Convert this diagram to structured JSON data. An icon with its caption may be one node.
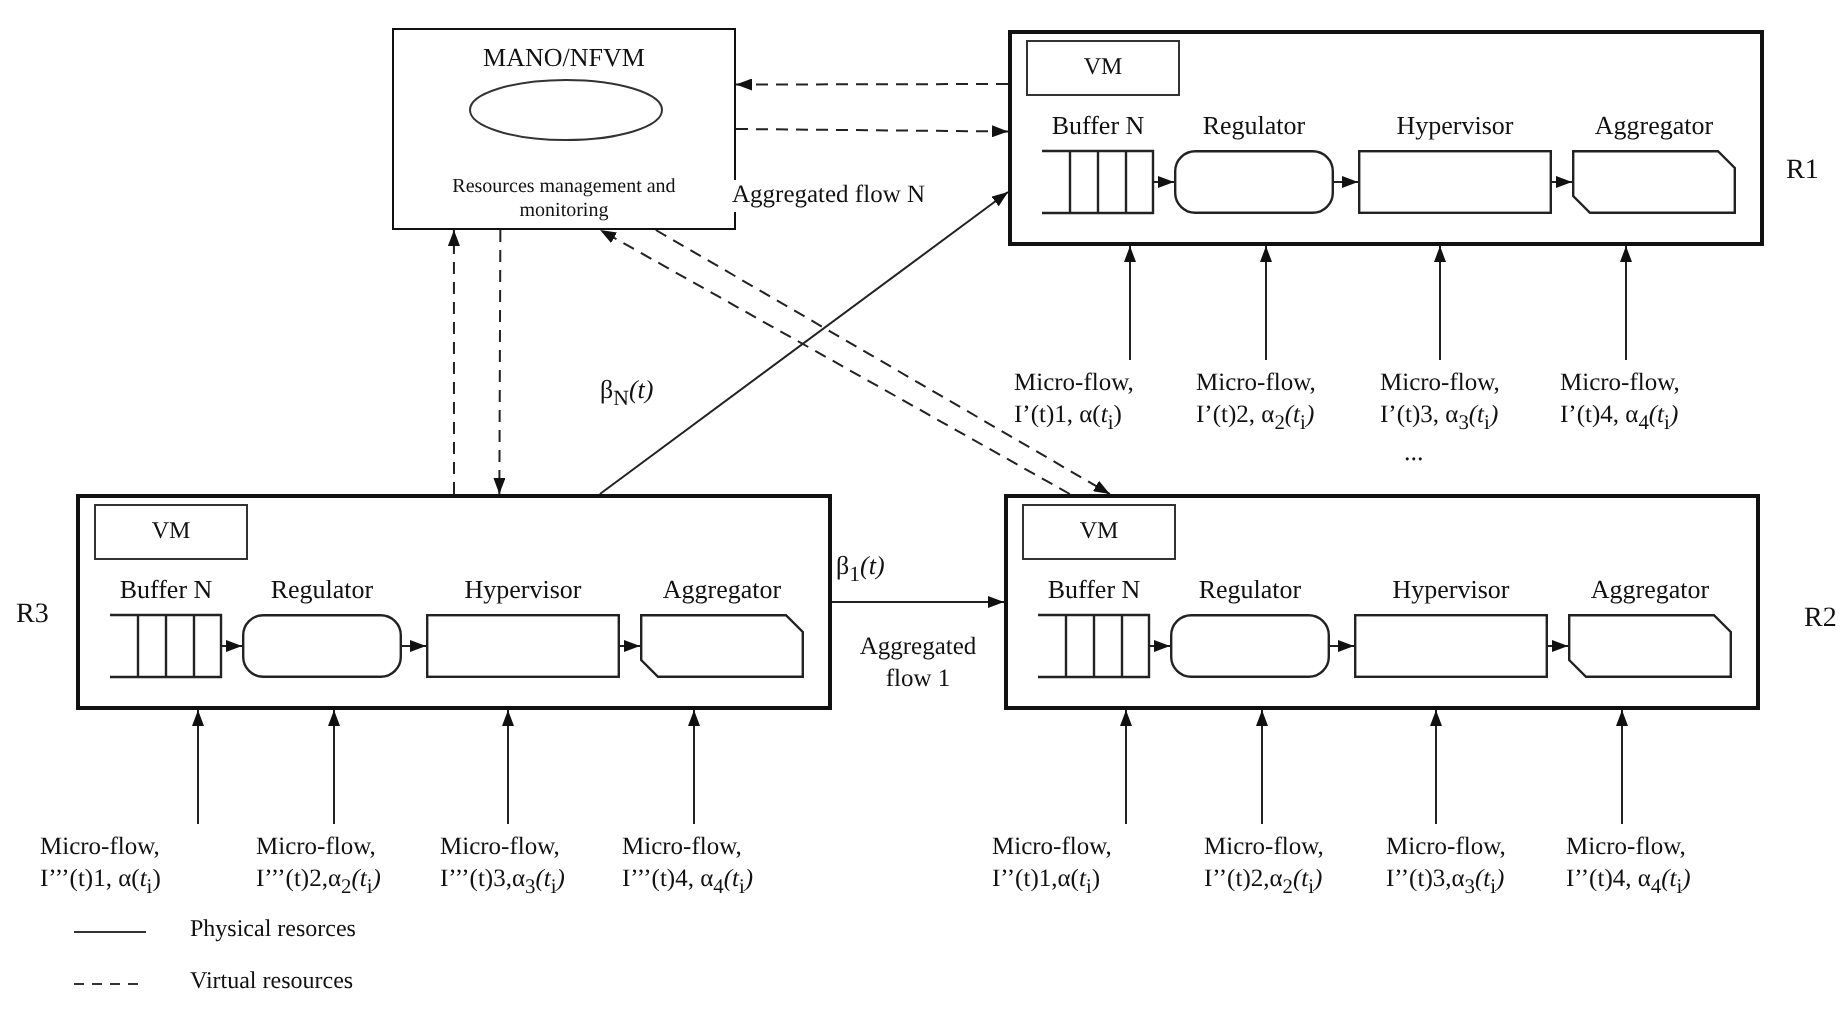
{
  "diagram": {
    "nodes": [
      {
        "text": [
          "MANO/NFVM",
          "Resources management and monitoring"
        ]
      },
      {
        "text": [],
        "shape": "box",
        "beside": [
          "R1"
        ]
      },
      {
        "text": [
          "VM"
        ],
        "in": 1
      },
      {
        "text": [
          "Buffer N"
        ],
        "in": 1
      },
      {
        "text": [
          "Regulator"
        ],
        "in": 1
      },
      {
        "text": [
          "Hypervisor"
        ],
        "in": 1
      },
      {
        "text": [
          "Aggregator"
        ],
        "in": 1
      },
      {
        "text": [
          "Micro-flow, I’(t)1, α(*t*$_{i}$)"
        ]
      },
      {
        "text": [
          "Micro-flow, I’(t)2, α$_{2}$*(t*$_{i}$*)*"
        ]
      },
      {
        "text": [
          "Micro-flow, I’(t)3, α$_{3}$*(t*$_{i}$*)*"
        ]
      },
      {
        "text": [
          "Micro-flow, I’(t)4, α$_{4}$*(t*$_{i}$*)*"
        ]
      },
      {
        "text": [],
        "shape": "box",
        "beside": [
          "R3"
        ]
      },
      {
        "text": [
          "VM"
        ],
        "in": 11
      },
      {
        "text": [
          "Buffer N"
        ],
        "in": 11
      },
      {
        "text": [
          "Regulator"
        ],
        "in": 11
      },
      {
        "text": [
          "Hypervisor"
        ],
        "in": 11
      },
      {
        "text": [
          "Aggregator"
        ],
        "in": 11
      },
      {
        "text": [],
        "shape": "box",
        "beside": [
          "R2"
        ]
      },
      {
        "text": [
          "VM"
        ],
        "in": 17
      },
      {
        "text": [
          "Buffer N"
        ],
        "in": 17
      },
      {
        "text": [
          "Regulator"
        ],
        "in": 17
      },
      {
        "text": [
          "Hypervisor"
        ],
        "in": 17
      },
      {
        "text": [
          "Aggregator"
        ],
        "in": 17
      },
      {
        "text": [
          "Micro-flow, I’’’(t)1, α(*t*$_{i}$)"
        ]
      },
      {
        "text": [
          "Micro-flow, I’’’(t)2,α$_{2}$*(t*$_{i}$*)*"
        ]
      },
      {
        "text": [
          "Micro-flow, I’’’(t)3,α$_{3}$*(t*$_{i}$*)*"
        ]
      },
      {
        "text": [
          "Micro-flow, I’’’(t)4, α$_{4}$*(t*$_{i}$*)*"
        ]
      },
      {
        "text": [
          "Micro-flow, I’’(t)1,α(*t*$_{i}$)"
        ]
      },
      {
        "text": [
          "Micro-flow, I’’(t)2,α$_{2}$*(t*$_{i}$*)*"
        ]
      },
      {
        "text": [
          "Micro-flow, I’’(t)3,α$_{3}$*(t*$_{i}$*)*"
        ]
      },
      {
        "text": [
          "Micro-flow, I’’(t)4, α$_{4}$*(t*$_{i}$*)*"
        ]
      }
    ],
    "edges": [
      {
        "from": 1,
        "to": 0,
        "arrow": "to",
        "style": "dashed"
      },
      {
        "from": 0,
        "to": 1,
        "arrow": "to",
        "style": "dashed"
      },
      {
        "from": 11,
        "to": 0,
        "arrow": "to",
        "style": "dashed"
      },
      {
        "from": 0,
        "to": 11,
        "arrow": "to",
        "style": "dashed"
      },
      {
        "from": 17,
        "to": 0,
        "arrow": "to",
        "style": "dashed"
      },
      {
        "from": 0,
        "to": 17,
        "arrow": "to",
        "style": "dashed"
      },
      {
        "from": 11,
        "to": 1,
        "arrow": "to",
        "label": "Aggregated flow N"
      },
      {
        "from": 11,
        "to": 17,
        "arrow": "to",
        "label": "Aggregated flow 1"
      },
      {
        "from": 3,
        "to": 4,
        "arrow": "to"
      },
      {
        "from": 4,
        "to": 5,
        "arrow": "to"
      },
      {
        "from": 5,
        "to": 6,
        "arrow": "to"
      },
      {
        "from": 13,
        "to": 14,
        "arrow": "to"
      },
      {
        "from": 14,
        "to": 15,
        "arrow": "to"
      },
      {
        "from": 15,
        "to": 16,
        "arrow": "to"
      },
      {
        "from": 19,
        "to": 20,
        "arrow": "to"
      },
      {
        "from": 20,
        "to": 21,
        "arrow": "to"
      },
      {
        "from": 21,
        "to": 22,
        "arrow": "to"
      },
      {
        "from": 7,
        "to": 1,
        "arrow": "to"
      },
      {
        "from": 8,
        "to": 1,
        "arrow": "to"
      },
      {
        "from": 9,
        "to": 1,
        "arrow": "to"
      },
      {
        "from": 10,
        "to": 1,
        "arrow": "to"
      },
      {
        "from": 23,
        "to": 11,
        "arrow": "to"
      },
      {
        "from": 24,
        "to": 11,
        "arrow": "to"
      },
      {
        "from": 25,
        "to": 11,
        "arrow": "to"
      },
      {
        "from": 26,
        "to": 11,
        "arrow": "to"
      },
      {
        "from": 27,
        "to": 17,
        "arrow": "to"
      },
      {
        "from": 28,
        "to": 17,
        "arrow": "to"
      },
      {
        "from": 29,
        "to": 17,
        "arrow": "to"
      },
      {
        "from": 30,
        "to": 17,
        "arrow": "to"
      }
    ],
    "labels": [
      "β$_{N}$*(t)*",
      "...",
      "β$_{1}$*(t)*"
    ],
    "legend": [
      {
        "text": "Physical resorces"
      },
      {
        "text": "Virtual resources"
      }
    ]
  }
}
